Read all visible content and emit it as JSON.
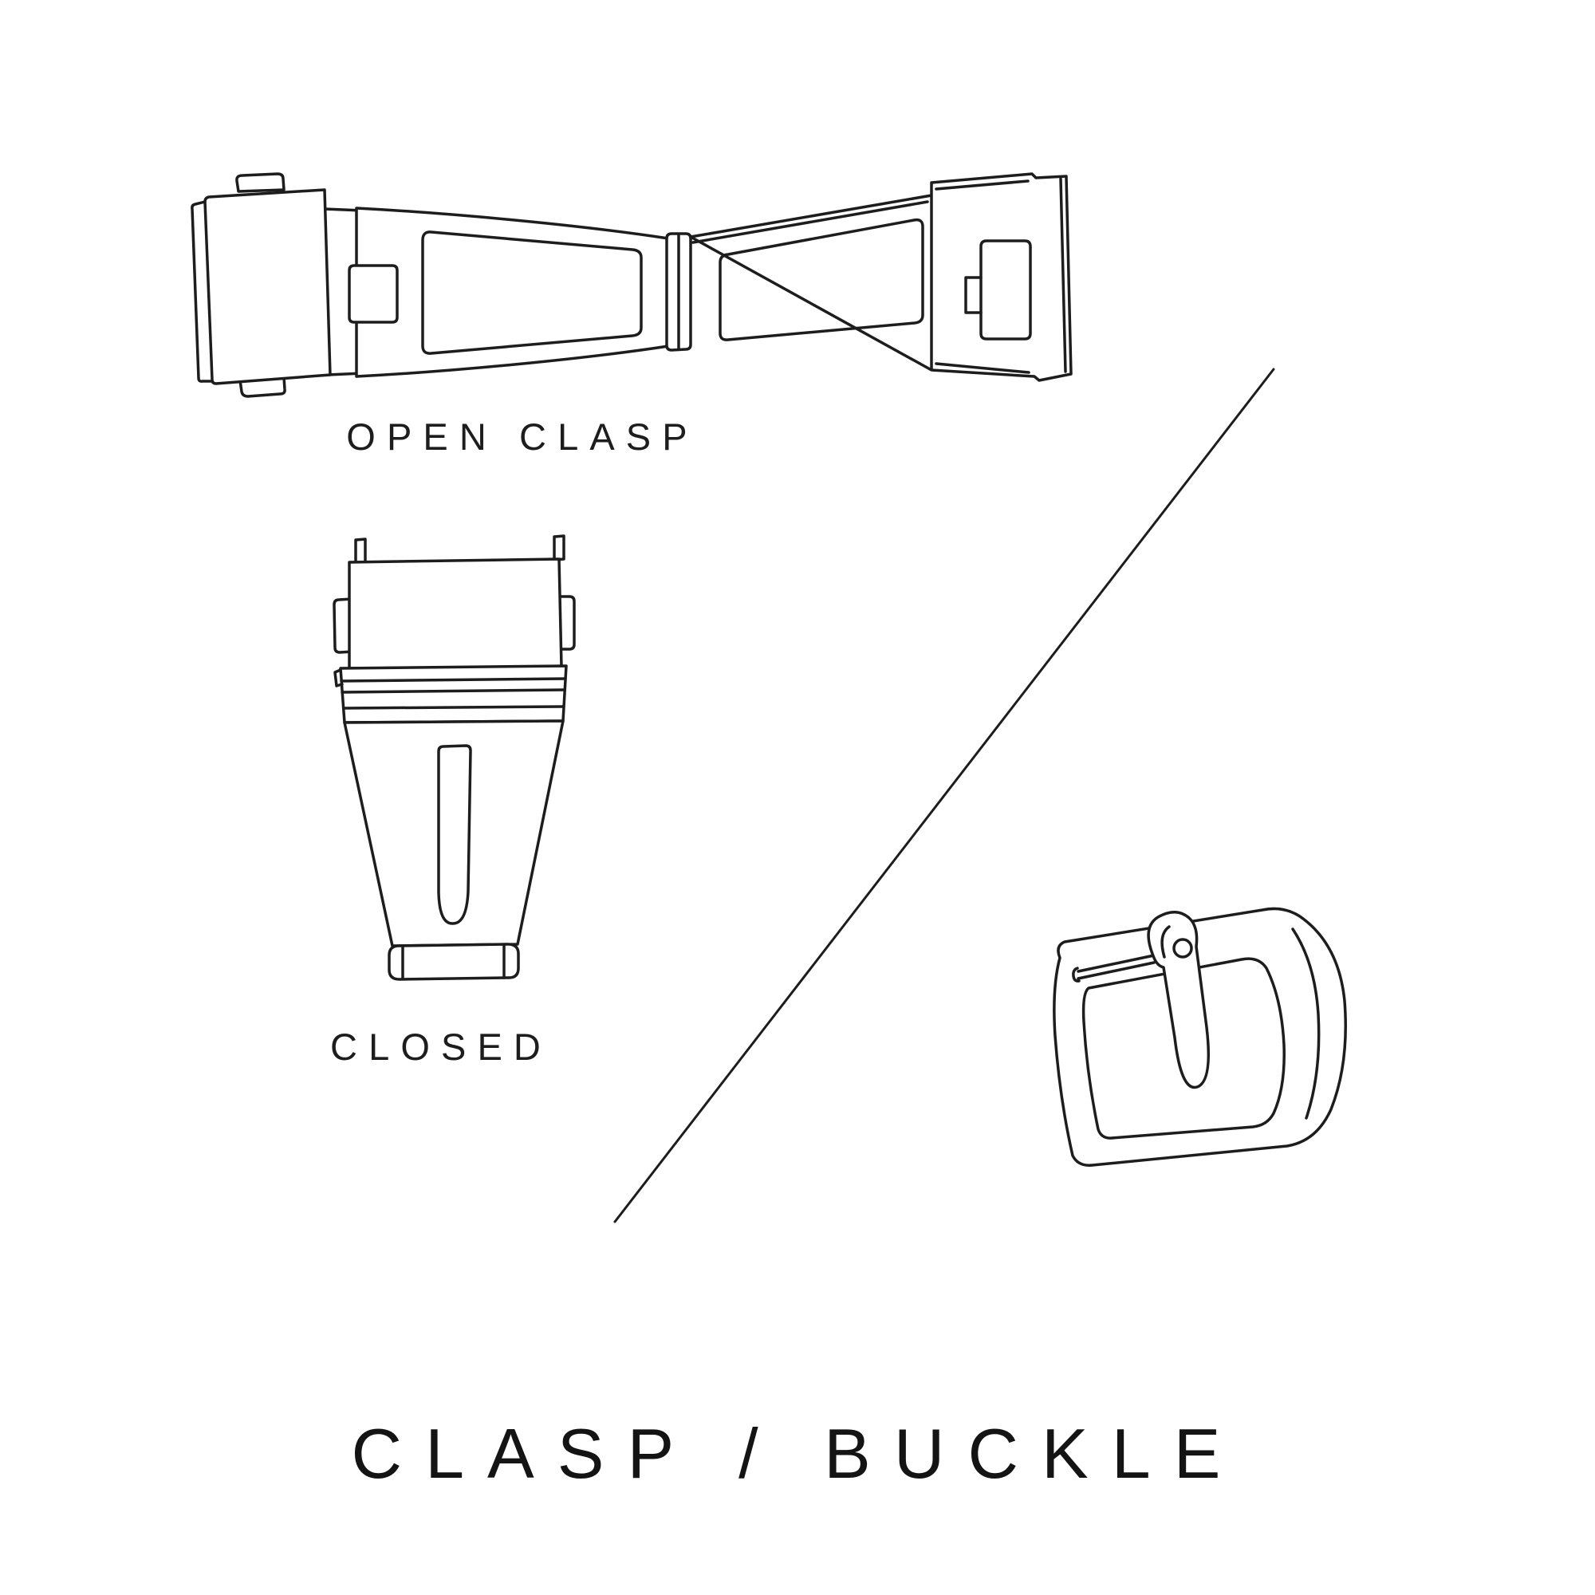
{
  "page": {
    "background": "#ffffff",
    "line_color": "#1d1d1d"
  },
  "labels": {
    "open_clasp": "OPEN CLASP",
    "closed": "CLOSED"
  },
  "title": "CLASP / BUCKLE",
  "figures": [
    {
      "name": "open-clasp-drawing",
      "caption": "OPEN CLASP"
    },
    {
      "name": "closed-clasp-drawing",
      "caption": "CLOSED"
    },
    {
      "name": "buckle-drawing",
      "caption": ""
    }
  ]
}
